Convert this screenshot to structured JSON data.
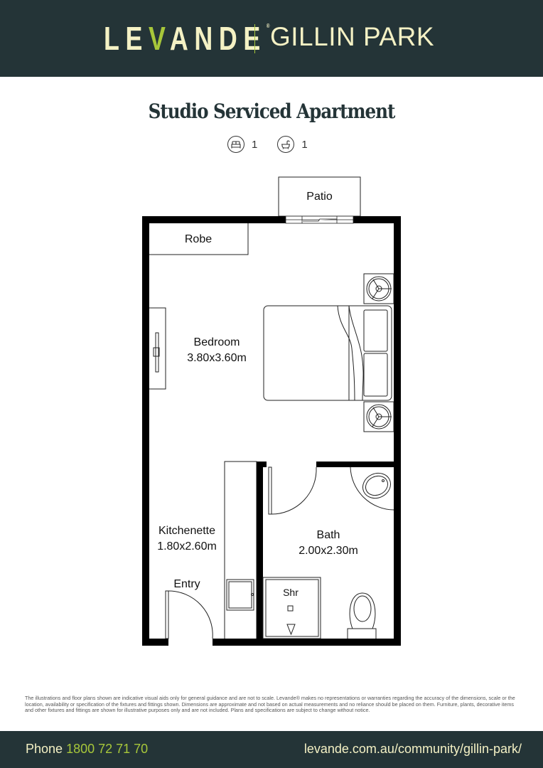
{
  "header": {
    "brand": "LEVANDE",
    "brand_parts": {
      "pre": "LE",
      "accent": "V",
      "post": "ANDE",
      "mark": "®"
    },
    "location": "GILLIN PARK"
  },
  "title": "Studio Serviced Apartment",
  "specs": [
    {
      "icon": "bed-icon",
      "value": "1"
    },
    {
      "icon": "bath-icon",
      "value": "1"
    }
  ],
  "rooms": {
    "patio": {
      "name": "Patio"
    },
    "robe": {
      "name": "Robe"
    },
    "bedroom": {
      "name": "Bedroom",
      "dims": "3.80x3.60m"
    },
    "kitchenette": {
      "name": "Kitchenette",
      "dims": "1.80x2.60m"
    },
    "entry": {
      "name": "Entry"
    },
    "bath": {
      "name": "Bath",
      "dims": "2.00x2.30m"
    },
    "shower": {
      "name": "Shr"
    }
  },
  "disclaimer": "The illustrations and floor plans shown are indicative visual aids only for general guidance and are not to scale. Levande® makes no representations or warranties regarding the accuracy of the dimensions, scale or the location, availability or specification of the fixtures and fittings shown. Dimensions are approximate and not based on actual measurements and no reliance should be placed on them. Furniture, plants, decorative items and other fixtures and fittings are shown for illustrative purposes only and are not included. Plans and specifications are subject to change without notice.",
  "footer": {
    "phone_label": "Phone",
    "phone_number": "1800 72 71 70",
    "website": "levande.com.au/community/gillin-park/"
  },
  "colors": {
    "dark_teal": "#243437",
    "cream": "#f4f1c4",
    "lime": "#a7c73a"
  }
}
